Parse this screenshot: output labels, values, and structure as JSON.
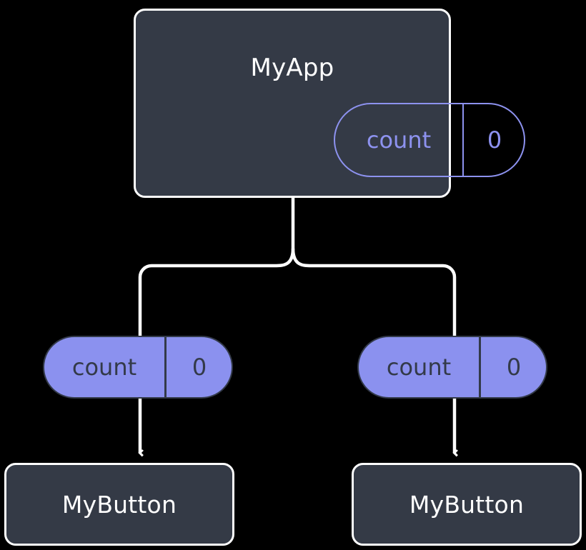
{
  "diagram": {
    "type": "component-tree",
    "background_color": "#000000",
    "colors": {
      "node_fill": "#343a46",
      "node_border": "#ffffff",
      "node_text": "#ffffff",
      "accent": "#8b91ef",
      "pill_outline_text": "#8d92ef",
      "pill_filled_text": "#333a49",
      "edge": "#ffffff"
    },
    "root": {
      "title": "MyApp",
      "state_pill": {
        "key": "count",
        "value": "0",
        "style": "outlined"
      }
    },
    "children": [
      {
        "prop_pill": {
          "key": "count",
          "value": "0",
          "style": "filled"
        },
        "title": "MyButton"
      },
      {
        "prop_pill": {
          "key": "count",
          "value": "0",
          "style": "filled"
        },
        "title": "MyButton"
      }
    ],
    "edges": [
      {
        "from": "root",
        "to": "child-0",
        "kind": "tree-branch"
      },
      {
        "from": "root",
        "to": "child-1",
        "kind": "tree-branch"
      },
      {
        "from": "child-0-pill",
        "to": "child-0-box",
        "kind": "arrow"
      },
      {
        "from": "child-1-pill",
        "to": "child-1-box",
        "kind": "arrow"
      }
    ]
  }
}
